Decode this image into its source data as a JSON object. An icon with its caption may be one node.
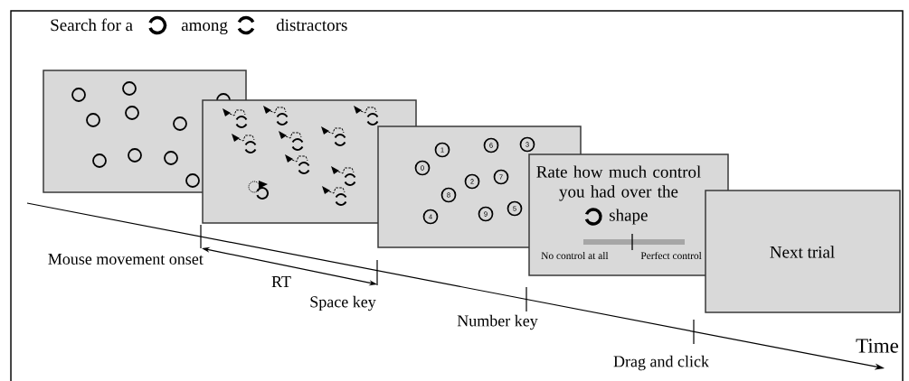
{
  "diagram": {
    "nodes": [
      {
        "text": [],
        "shape": "box"
      },
      {
        "text": [],
        "shape": "box"
      },
      {
        "text": [],
        "shape": "box"
      },
      {
        "text": [
          "3"
        ],
        "in": 2
      },
      {
        "text": [
          "6"
        ],
        "in": 2
      },
      {
        "text": [
          "1"
        ],
        "in": 2
      },
      {
        "text": [
          "0"
        ],
        "in": 2
      },
      {
        "text": [
          "7"
        ],
        "in": 2
      },
      {
        "text": [
          "2"
        ],
        "in": 2
      },
      {
        "text": [
          "8"
        ],
        "in": 2
      },
      {
        "text": [
          "5"
        ],
        "in": 2
      },
      {
        "text": [
          "9"
        ],
        "in": 2
      },
      {
        "text": [
          "4"
        ],
        "in": 2
      },
      {
        "text": [
          "Rate how much control you had over the",
          "shape",
          "No control at all",
          "Perfect control"
        ]
      },
      {
        "text": [
          "Next trial"
        ]
      }
    ],
    "labels": [
      "Search for a",
      "among",
      "distractors",
      "Mouse movement onset",
      "RT",
      "Space key",
      "Number key",
      "Drag and click",
      "Time"
    ]
  }
}
